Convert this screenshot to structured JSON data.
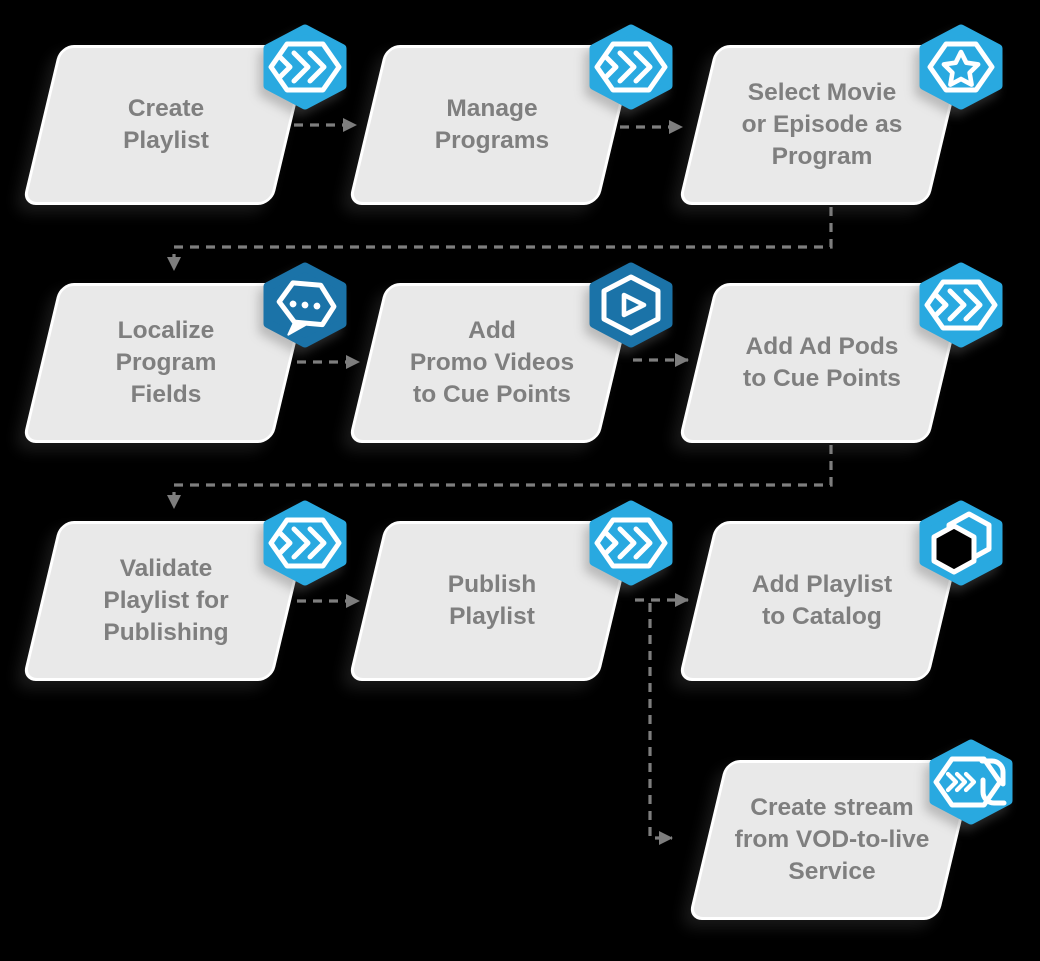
{
  "colors": {
    "accent_light": "#29a9e0",
    "accent_dark": "#1b73a8",
    "plate_fill": "#e9e9e9",
    "plate_border": "#ffffff",
    "label_text": "#7f7f7f",
    "connector": "#7e7e7e",
    "background": "#000000"
  },
  "flow": {
    "nodes": [
      {
        "id": "create-playlist",
        "label": "Create\nPlaylist",
        "icon": "fast-forward-chevrons",
        "badge": "light"
      },
      {
        "id": "manage-programs",
        "label": "Manage\nPrograms",
        "icon": "fast-forward-chevrons",
        "badge": "light"
      },
      {
        "id": "select-movie-or-episode-as-program",
        "label": "Select Movie\nor Episode as\nProgram",
        "icon": "featured-star",
        "badge": "light"
      },
      {
        "id": "localize-program-fields",
        "label": "Localize\nProgram\nFields",
        "icon": "localization-chat-bubble",
        "badge": "dark"
      },
      {
        "id": "add-promo-videos-to-cue-points",
        "label": "Add\nPromo Videos\nto Cue Points",
        "icon": "promo-video-play",
        "badge": "dark"
      },
      {
        "id": "add-ad-pods-to-cue-points",
        "label": "Add Ad Pods\nto Cue Points",
        "icon": "fast-forward-chevrons",
        "badge": "light"
      },
      {
        "id": "validate-playlist-for-publishing",
        "label": "Validate\nPlaylist for\nPublishing",
        "icon": "fast-forward-chevrons",
        "badge": "light"
      },
      {
        "id": "publish-playlist",
        "label": "Publish\nPlaylist",
        "icon": "fast-forward-chevrons",
        "badge": "light"
      },
      {
        "id": "add-playlist-to-catalog",
        "label": "Add Playlist\nto Catalog",
        "icon": "catalog-stack",
        "badge": "light"
      },
      {
        "id": "create-stream-from-vod-to-live-service",
        "label": "Create stream\nfrom VOD-to-live\nService",
        "icon": "vod-to-live-sync",
        "badge": "light"
      }
    ],
    "connections": [
      {
        "from": "create-playlist",
        "to": "manage-programs"
      },
      {
        "from": "manage-programs",
        "to": "select-movie-or-episode-as-program"
      },
      {
        "from": "select-movie-or-episode-as-program",
        "to": "localize-program-fields"
      },
      {
        "from": "localize-program-fields",
        "to": "add-promo-videos-to-cue-points"
      },
      {
        "from": "add-promo-videos-to-cue-points",
        "to": "add-ad-pods-to-cue-points"
      },
      {
        "from": "add-ad-pods-to-cue-points",
        "to": "validate-playlist-for-publishing"
      },
      {
        "from": "validate-playlist-for-publishing",
        "to": "publish-playlist"
      },
      {
        "from": "publish-playlist",
        "to": "add-playlist-to-catalog"
      },
      {
        "from": "publish-playlist",
        "to": "create-stream-from-vod-to-live-service"
      }
    ]
  }
}
